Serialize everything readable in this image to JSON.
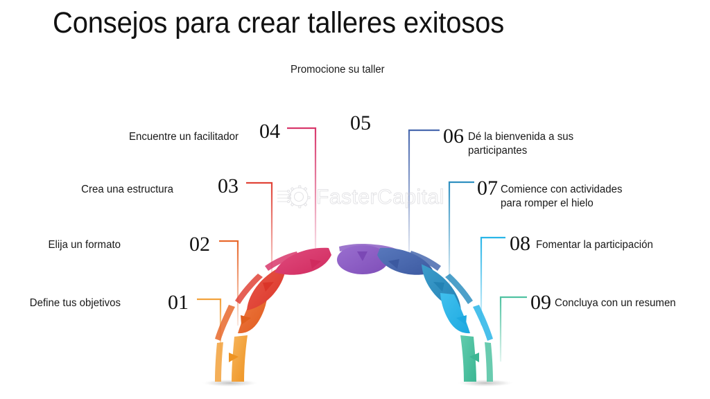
{
  "header": {
    "title": "Consejos para crear talleres exitosos",
    "subtitle_top": "Promocione su taller"
  },
  "watermark": {
    "text": "FasterCapital",
    "icon": "gear-icon"
  },
  "colors": {
    "step01": "#F2A13B",
    "step02": "#E8682C",
    "step03": "#E14337",
    "step04": "#D8376B",
    "step05": "#8C5EC4",
    "step06": "#4868AE",
    "step07": "#2E8FC0",
    "step08": "#29B5E8",
    "step09": "#4FC2A1",
    "title": "#111111",
    "label": "#181818",
    "background": "#FFFFFF",
    "shadow": "#BDBDBD"
  },
  "steps": [
    {
      "number": "01",
      "label": "Define tus objetivos",
      "color": "#F2A13B",
      "side": "left"
    },
    {
      "number": "02",
      "label": "Elija un formato",
      "color": "#E8682C",
      "side": "left"
    },
    {
      "number": "03",
      "label": "Crea una estructura",
      "color": "#E14337",
      "side": "left"
    },
    {
      "number": "04",
      "label": "Encuentre un facilitador",
      "color": "#D8376B",
      "side": "left"
    },
    {
      "number": "05",
      "label": "Promocione su taller",
      "color": "#8C5EC4",
      "side": "center"
    },
    {
      "number": "06",
      "label": "Dé la bienvenida a sus\nparticipantes",
      "color": "#4868AE",
      "side": "right"
    },
    {
      "number": "07",
      "label": "Comience con actividades\npara romper el hielo",
      "color": "#2E8FC0",
      "side": "right"
    },
    {
      "number": "08",
      "label": "Fomentar la participación",
      "color": "#29B5E8",
      "side": "right"
    },
    {
      "number": "09",
      "label": "Concluya con un resumen",
      "color": "#4FC2A1",
      "side": "right"
    }
  ],
  "chart_data": {
    "type": "diagram",
    "subtype": "arch-process-infographic",
    "title": "Consejos para crear talleres exitosos",
    "segment_count": 9,
    "orientation": "arch / rainbow, ascending left to right then descending",
    "categories": [
      "01",
      "02",
      "03",
      "04",
      "05",
      "06",
      "07",
      "08",
      "09"
    ],
    "labels": [
      "Define tus objetivos",
      "Elija un formato",
      "Crea una estructura",
      "Encuentre un facilitador",
      "Promocione su taller",
      "Dé la bienvenida a sus participantes",
      "Comience con actividades para romper el hielo",
      "Fomentar la participación",
      "Concluya con un resumen"
    ],
    "colors": [
      "#F2A13B",
      "#E8682C",
      "#E14337",
      "#D8376B",
      "#8C5EC4",
      "#4868AE",
      "#2E8FC0",
      "#29B5E8",
      "#4FC2A1"
    ],
    "marker": "triangle-arrow per segment",
    "legend": "none",
    "grid": false
  }
}
